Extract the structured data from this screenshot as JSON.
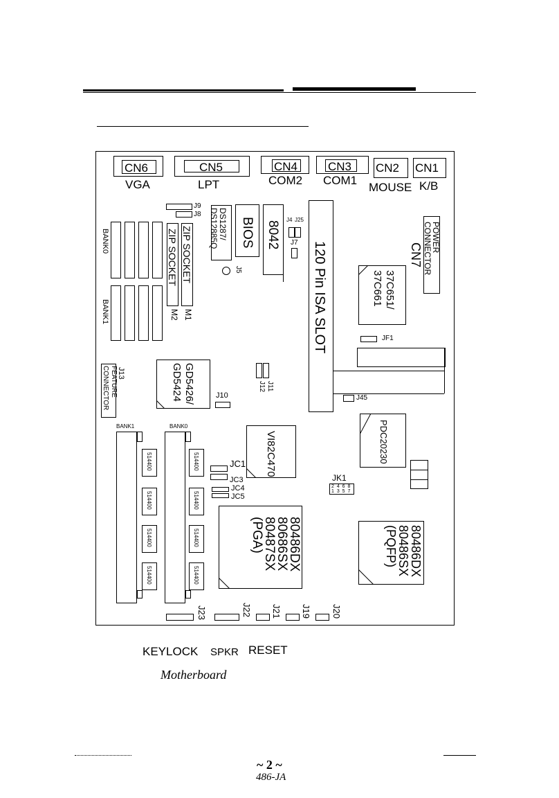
{
  "connectors_top": {
    "cn6": "CN6",
    "vga": "VGA",
    "cn5": "CN5",
    "lpt": "LPT",
    "cn4": "CN4",
    "com2": "COM2",
    "cn3": "CN3",
    "com1": "COM1",
    "cn2": "CN2",
    "mouse": "MOUSE",
    "cn1": "CN1",
    "kb": "K/B"
  },
  "jumpers": {
    "j9": "J9",
    "j8": "J8",
    "j4": "J4",
    "j25": "J25",
    "j7": "J7",
    "j5": "J5",
    "jf1": "JF1",
    "j45": "J45",
    "j10": "J10",
    "j11": "J11",
    "j12": "J12",
    "j13": "J13",
    "jc1": "JC1",
    "jc3": "JC3",
    "jc4": "JC4",
    "jc5": "JC5",
    "jk1": "JK1",
    "j23": "J23",
    "j22": "J22",
    "j21": "J21",
    "j19": "J19",
    "j20": "J20"
  },
  "chips": {
    "ds_line1": "DS1287/",
    "ds_line2": "DS12885Q",
    "bios": "BIOS",
    "kbc": "8042",
    "isa": "120 Pin ISA SLOT",
    "power1": "POWER",
    "power2": "CONNECTOR",
    "cn7": "CN7",
    "sio1": "37C651/",
    "sio2": "37C661",
    "zip1": "ZIP SOCKET",
    "zip2": "ZIP SOCKET",
    "m1": "M1",
    "m2": "M2",
    "bank0": "BANK0",
    "bank1": "BANK1",
    "vga1": "GD5426/",
    "vga2": "GD5424",
    "feat1": "FEATURE",
    "feat2": "CONNECTOR",
    "bank1b": "BANK1",
    "bank0b": "BANK0",
    "dram": "514400",
    "chipset": "VI82C470",
    "pdc": "PDC20230",
    "cpu1": "80486DX",
    "cpu2": "80686SX",
    "cpu3": "80487SX",
    "cpu4": "(PGA)",
    "pqfp1": "80486DX",
    "pqfp2": "80486SX",
    "pqfp3": "(PQFP)",
    "jk_top": "2 4 6 8",
    "jk_bot": "1 3 5 7"
  },
  "bottom": {
    "keylock": "KEYLOCK",
    "spkr": "SPKR",
    "reset": "RESET",
    "caption": "Motherboard",
    "page": "~ 2 ~",
    "model": "486-JA"
  }
}
